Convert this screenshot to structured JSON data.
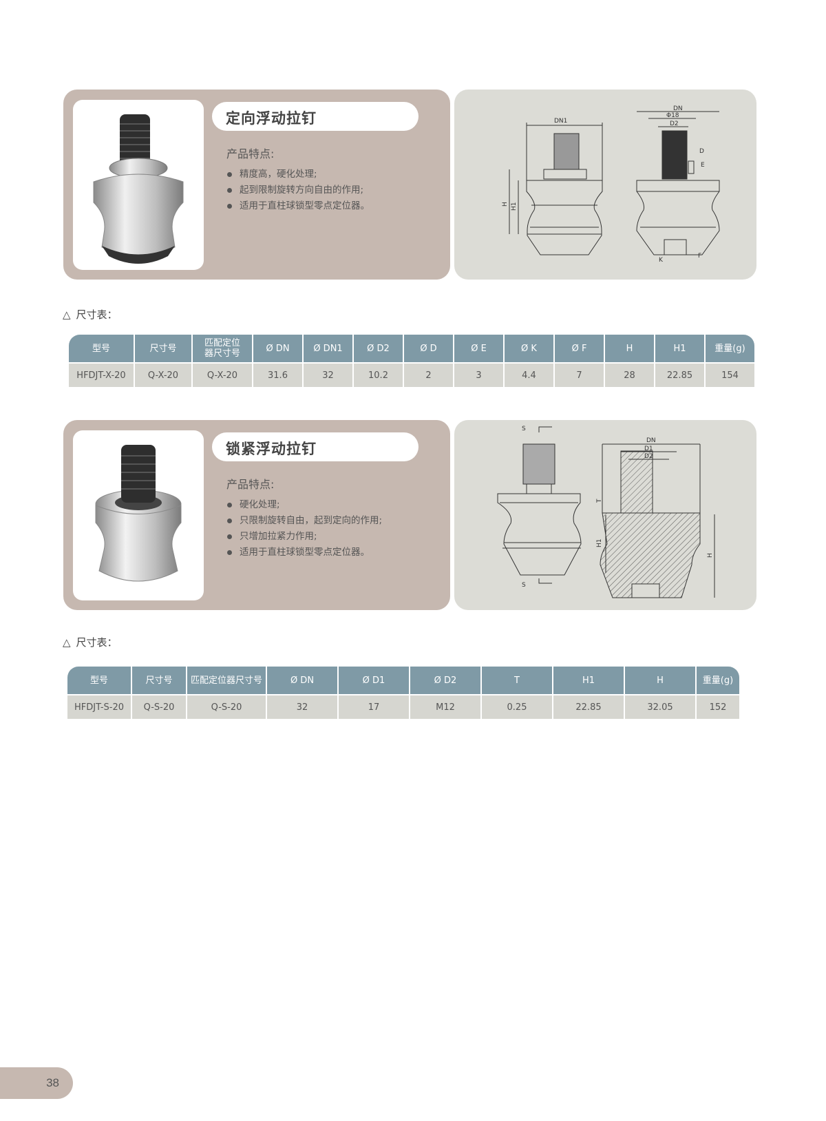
{
  "products": [
    {
      "title": "定向浮动拉钉",
      "features_title": "产品特点:",
      "features": [
        "精度高，硬化处理;",
        "起到限制旋转方向自由的作用;",
        "适用于直柱球锁型零点定位器。"
      ],
      "drawing_labels": {
        "dn1": "DN1",
        "h": "H",
        "h1": "H1",
        "dn": "DN",
        "phi18": "Φ18",
        "d2": "D2",
        "d": "D",
        "e": "E",
        "k": "K",
        "f": "F"
      }
    },
    {
      "title": "锁紧浮动拉钉",
      "features_title": "产品特点:",
      "features": [
        "硬化处理;",
        "只限制旋转自由，起到定向的作用;",
        "只增加拉紧力作用;",
        "适用于直柱球锁型零点定位器。"
      ],
      "drawing_labels": {
        "s_top": "S",
        "s_bottom": "S",
        "dn": "DN",
        "d1": "D1",
        "d2": "D2",
        "t": "T",
        "h1": "H1",
        "h": "H"
      }
    }
  ],
  "section_label": "尺寸表：",
  "tables": [
    {
      "headers": [
        "型号",
        "尺寸号",
        "匹配定位器尺寸号",
        "Ø DN",
        "Ø DN1",
        "Ø D2",
        "Ø D",
        "Ø E",
        "Ø K",
        "Ø F",
        "H",
        "H1",
        "重量(g)"
      ],
      "rows": [
        [
          "HFDJT-X-20",
          "Q-X-20",
          "Q-X-20",
          "31.6",
          "32",
          "10.2",
          "2",
          "3",
          "4.4",
          "7",
          "28",
          "22.85",
          "154"
        ]
      ]
    },
    {
      "headers": [
        "型号",
        "尺寸号",
        "匹配定位器尺寸号",
        "Ø DN",
        "Ø D1",
        "Ø D2",
        "T",
        "H1",
        "H",
        "重量(g)"
      ],
      "rows": [
        [
          "HFDJT-S-20",
          "Q-S-20",
          "Q-S-20",
          "32",
          "17",
          "M12",
          "0.25",
          "22.85",
          "32.05",
          "152"
        ]
      ]
    }
  ],
  "page_number": "38",
  "colors": {
    "card": "#c6b8b0",
    "panel": "#dcdcd6",
    "table_header": "#7f9aa6",
    "table_row": "#d6d6d0"
  }
}
